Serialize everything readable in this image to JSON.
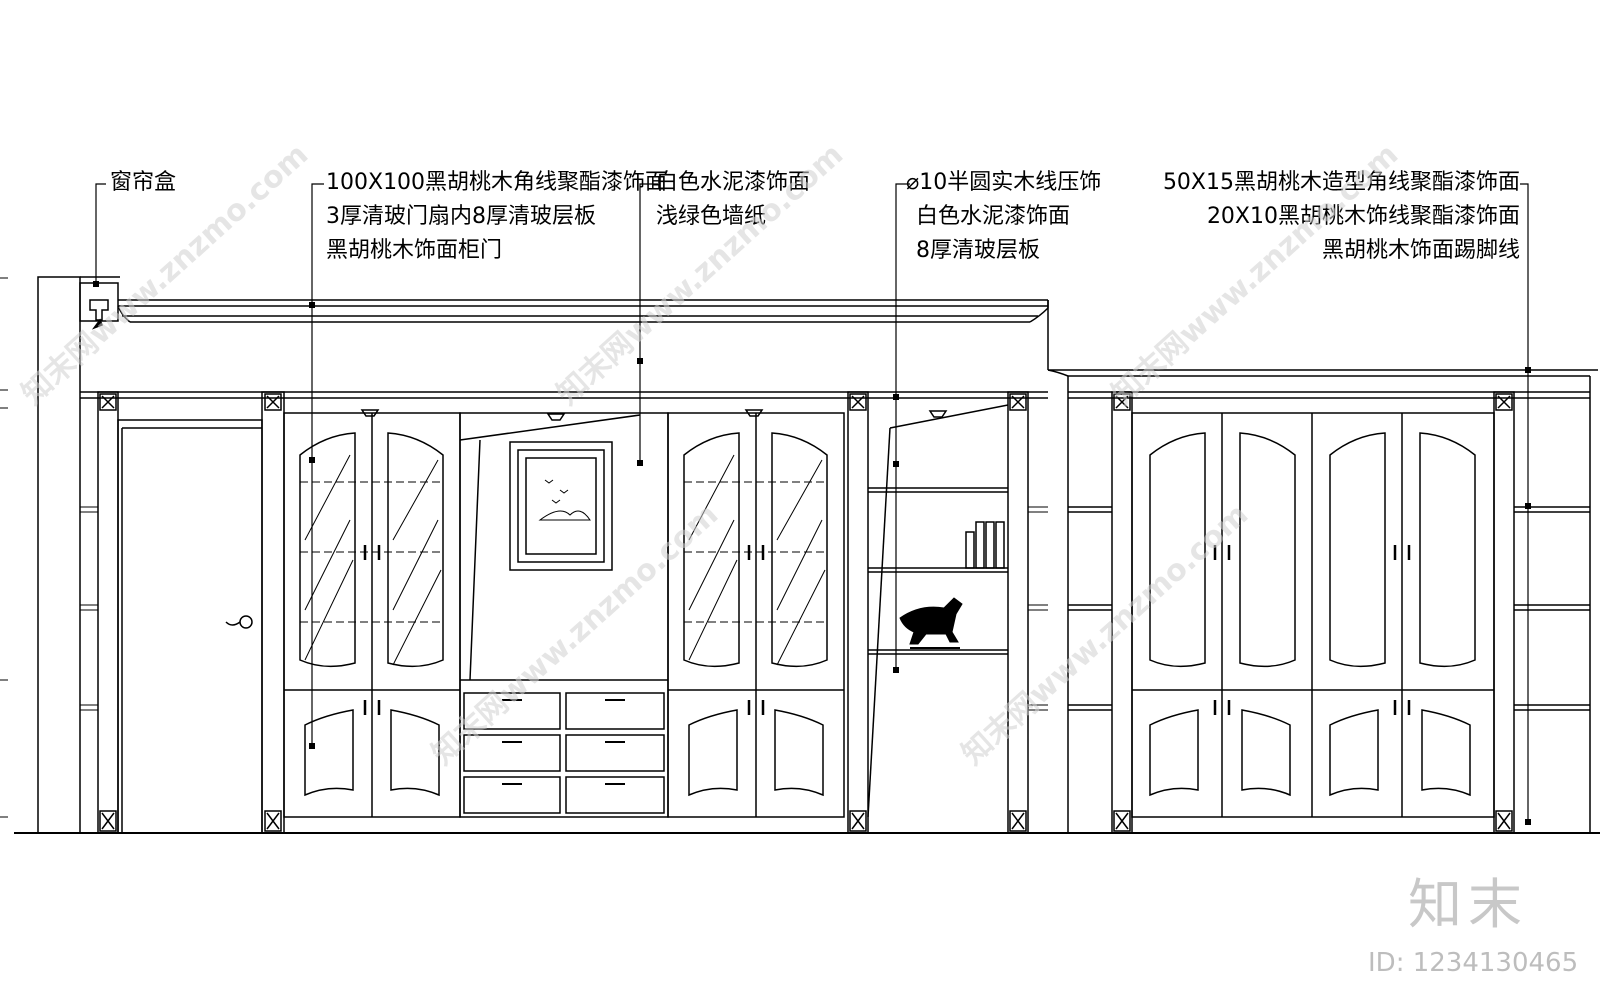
{
  "labels": {
    "curtain_box": "窗帘盒",
    "corner_line": "100X100黑胡桃木角线聚酯漆饰面",
    "glass_door": "3厚清玻门扇内8厚清玻层板",
    "cabinet_door": "黑胡桃木饰面柜门",
    "white_paint_1": "白色水泥漆饰面",
    "green_wallpaper": "浅绿色墙纸",
    "half_round": "⌀10半圆实木线压饰",
    "white_paint_2": "白色水泥漆饰面",
    "glass_shelf": "8厚清玻层板",
    "shaped_corner": "50X15黑胡桃木造型角线聚酯漆饰面",
    "deco_line": "20X10黑胡桃木饰线聚酯漆饰面",
    "skirting": "黑胡桃木饰面踢脚线"
  },
  "watermark": {
    "text": "知末网www.znzmo.com",
    "logo": "知末",
    "id": "ID: 1234130465"
  },
  "colors": {
    "line": "#000000",
    "watermark": "#cccccc"
  }
}
